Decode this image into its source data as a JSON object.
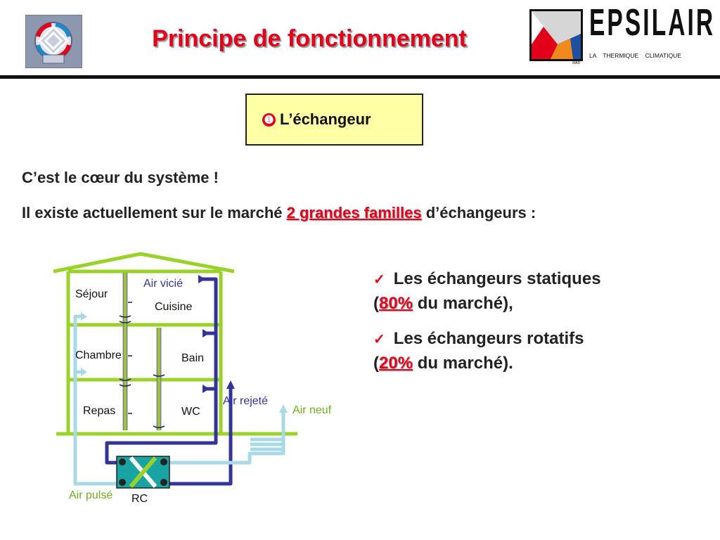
{
  "header": {
    "title": "Principe de fonctionnement",
    "brand": {
      "name": "EPSILAIR",
      "tagline": "LA    THERMIQUE    CLIMATIQUE",
      "mark": "MAD"
    }
  },
  "section": {
    "bullet": "➊",
    "label": "L’échangeur"
  },
  "body": {
    "intro": "C’est le cœur du système !",
    "families_prefix": "Il existe actuellement sur le marché ",
    "families_highlight": "2 grandes familles",
    "families_suffix": " d’échangeurs :"
  },
  "exchangers": [
    {
      "check": "✓",
      "label": "Les échangeurs statiques",
      "paren_open": "(",
      "share": "80%",
      "rest": " du marché),"
    },
    {
      "check": "✓",
      "label": "Les échangeurs rotatifs",
      "paren_open": "(",
      "share": "20%",
      "rest": " du marché)."
    }
  ],
  "diagram": {
    "rooms": [
      "Séjour",
      "Cuisine",
      "Chambre",
      "Bain",
      "Repas",
      "WC"
    ],
    "air_labels": {
      "stale": "Air vicié",
      "exhaust": "Air rejeté",
      "fresh": "Air neuf",
      "supply": "Air pulsé"
    },
    "unit": "RC"
  },
  "colors": {
    "title_red": "#e2001a",
    "box_yellow": "#ffffa6",
    "house_green": "#9bd22a",
    "stale_blue": "#333399",
    "fresh_lightblue": "#a9d9e4",
    "unit_teal": "#1aa3a3"
  }
}
